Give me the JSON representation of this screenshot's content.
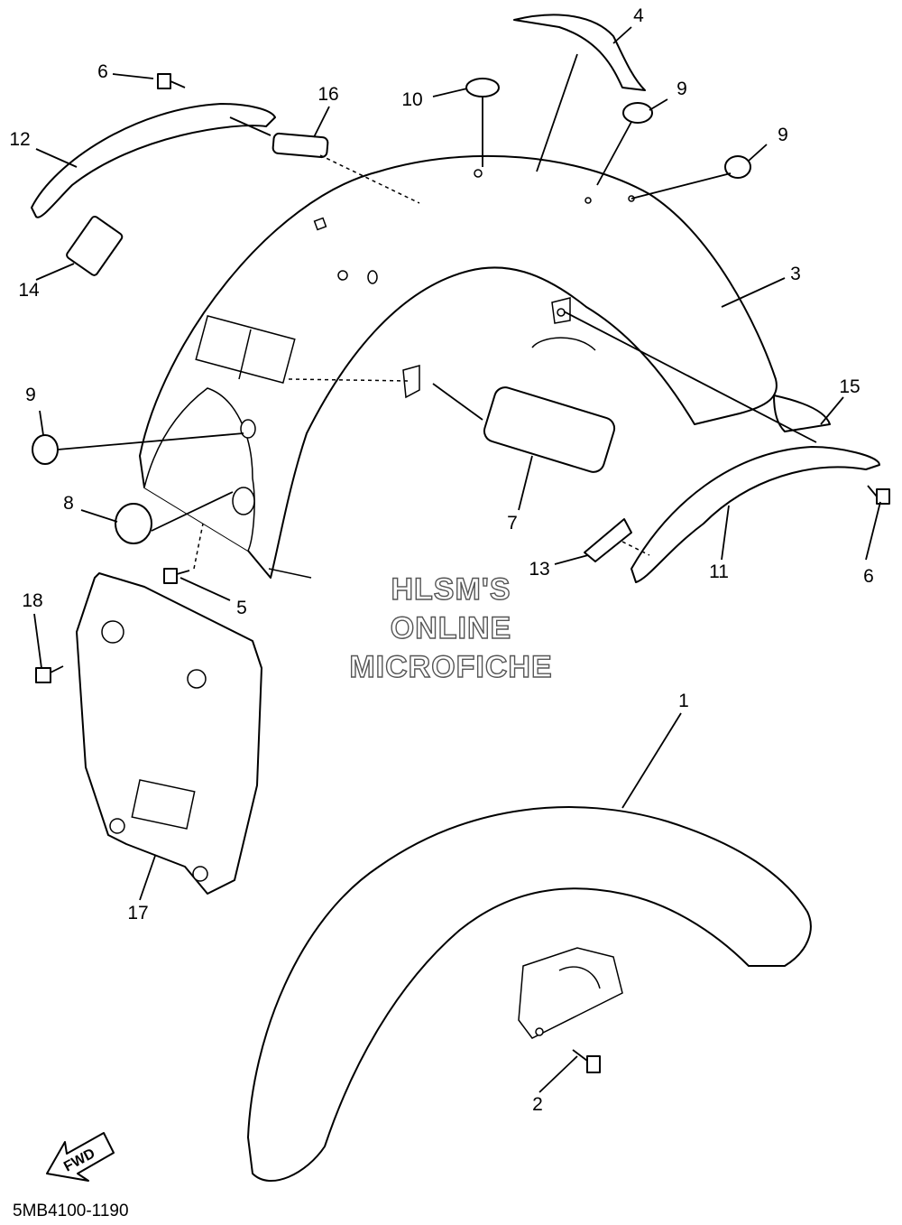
{
  "callouts": {
    "c1": "1",
    "c2": "2",
    "c3": "3",
    "c4": "4",
    "c5": "5",
    "c6a": "6",
    "c6b": "6",
    "c7": "7",
    "c8": "8",
    "c9a": "9",
    "c9b": "9",
    "c9c": "9",
    "c10": "10",
    "c11": "11",
    "c12": "12",
    "c13": "13",
    "c14": "14",
    "c15": "15",
    "c16": "16",
    "c17": "17",
    "c18": "18"
  },
  "watermark": {
    "line1": "HLSM'S",
    "line2": "ONLINE",
    "line3": "MICROFICHE"
  },
  "diagram_code": "5MB4100-1190",
  "fwd_label": "FWD"
}
